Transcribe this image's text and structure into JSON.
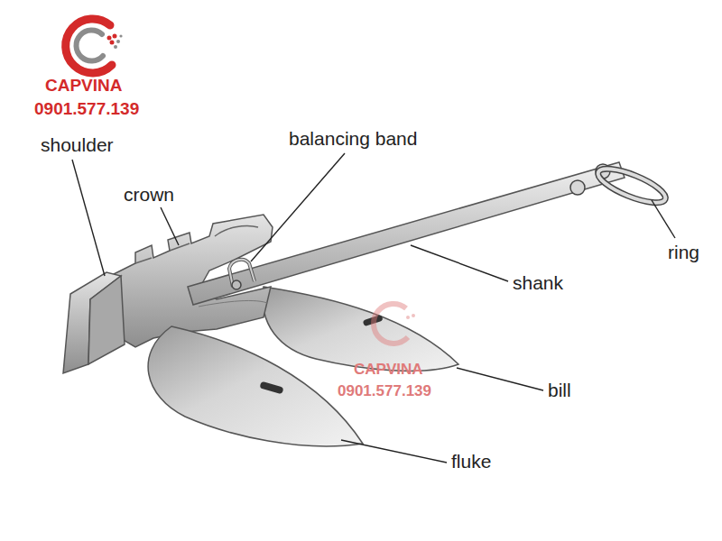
{
  "diagram": {
    "labels": [
      "CAPVINA",
      "0901.577.139",
      "shoulder",
      "crown",
      "balancing band",
      "shank",
      "ring",
      "bill",
      "fluke",
      "CAPVINA",
      "0901.577.139"
    ]
  }
}
